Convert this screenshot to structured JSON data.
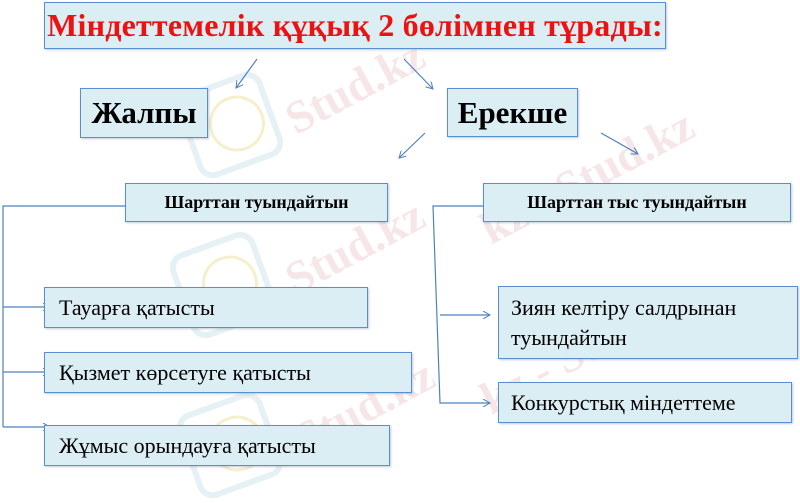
{
  "title": "Міндеттемелік құқық 2 бөлімнен тұрады:",
  "level1": {
    "general": "Жалпы",
    "special": "Ерекше"
  },
  "level2": {
    "contractual": "Шарттан туындайтын",
    "non_contractual": "Шарттан тыс туындайтын"
  },
  "contractual_items": [
    "Тауарға қатысты",
    "Қызмет көрсетуге қатысты",
    "Жұмыс орындауға қатысты"
  ],
  "non_contractual_items": [
    "Зиян келтіру салдрынан туындайтын",
    "Конкурстық міндеттеме"
  ],
  "watermark": {
    "text": "Stud.kz",
    "text2": "kz - Stud.kz"
  },
  "colors": {
    "box_fill": "#dbeef4",
    "box_border": "#5b8ed0",
    "title_text": "#ee1111",
    "connector": "#4f81bd"
  }
}
